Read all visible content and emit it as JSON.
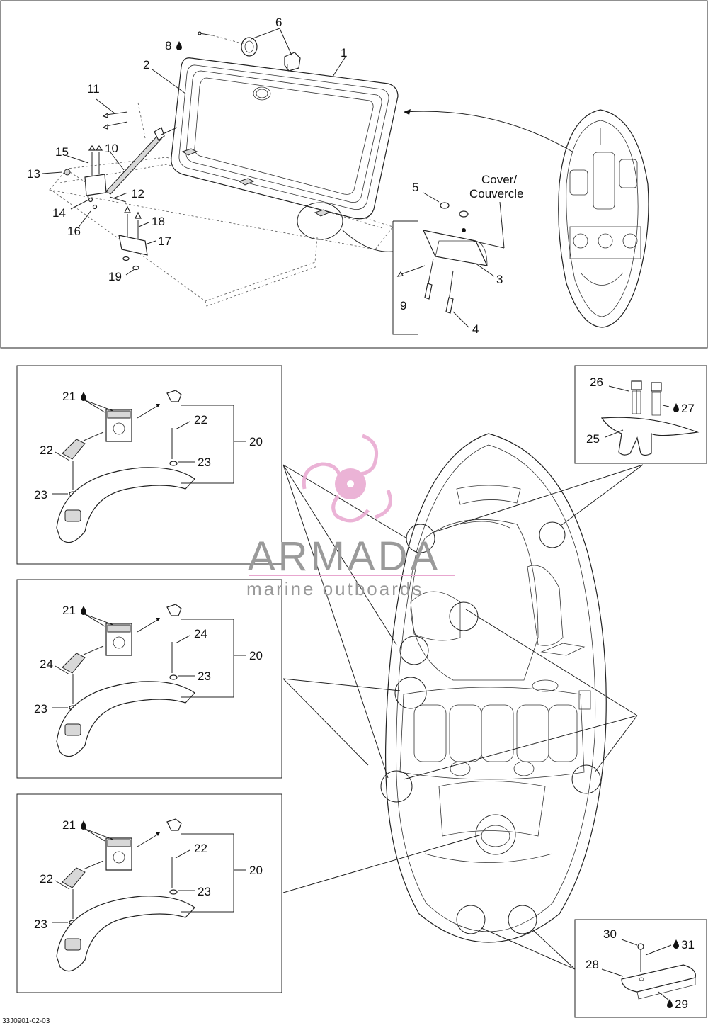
{
  "callouts_top": {
    "c1": "1",
    "c2": "2",
    "c3": "3",
    "c4": "4",
    "c5": "5",
    "c6": "6",
    "c8": "8",
    "c9": "9",
    "c10": "10",
    "c11": "11",
    "c12": "12",
    "c13": "13",
    "c14": "14",
    "c15": "15",
    "c16": "16",
    "c17": "17",
    "c18": "18",
    "c19": "19"
  },
  "cover_label": {
    "line1": "Cover/",
    "line2": "Couvercle"
  },
  "panels": [
    {
      "c21": "21",
      "c_screw_top": "22",
      "c_washer_top": "23",
      "c_screw_left": "22",
      "c_washer_left": "23",
      "c20": "20"
    },
    {
      "c21": "21",
      "c_screw_top": "24",
      "c_washer_top": "23",
      "c_screw_left": "24",
      "c_washer_left": "23",
      "c20": "20"
    },
    {
      "c21": "21",
      "c_screw_top": "22",
      "c_washer_top": "23",
      "c_screw_left": "22",
      "c_washer_left": "23",
      "c20": "20"
    }
  ],
  "cleat_panel": {
    "c25": "25",
    "c26": "26",
    "c27": "27"
  },
  "plate_panel": {
    "c28": "28",
    "c29": "29",
    "c30": "30",
    "c31": "31"
  },
  "watermark": {
    "brand": "ARMADA",
    "tagline": "marine outboards",
    "color": "#e8a6cf"
  },
  "footer_code": "33J0901-02-03",
  "icons": {
    "drop": "drop-icon"
  }
}
